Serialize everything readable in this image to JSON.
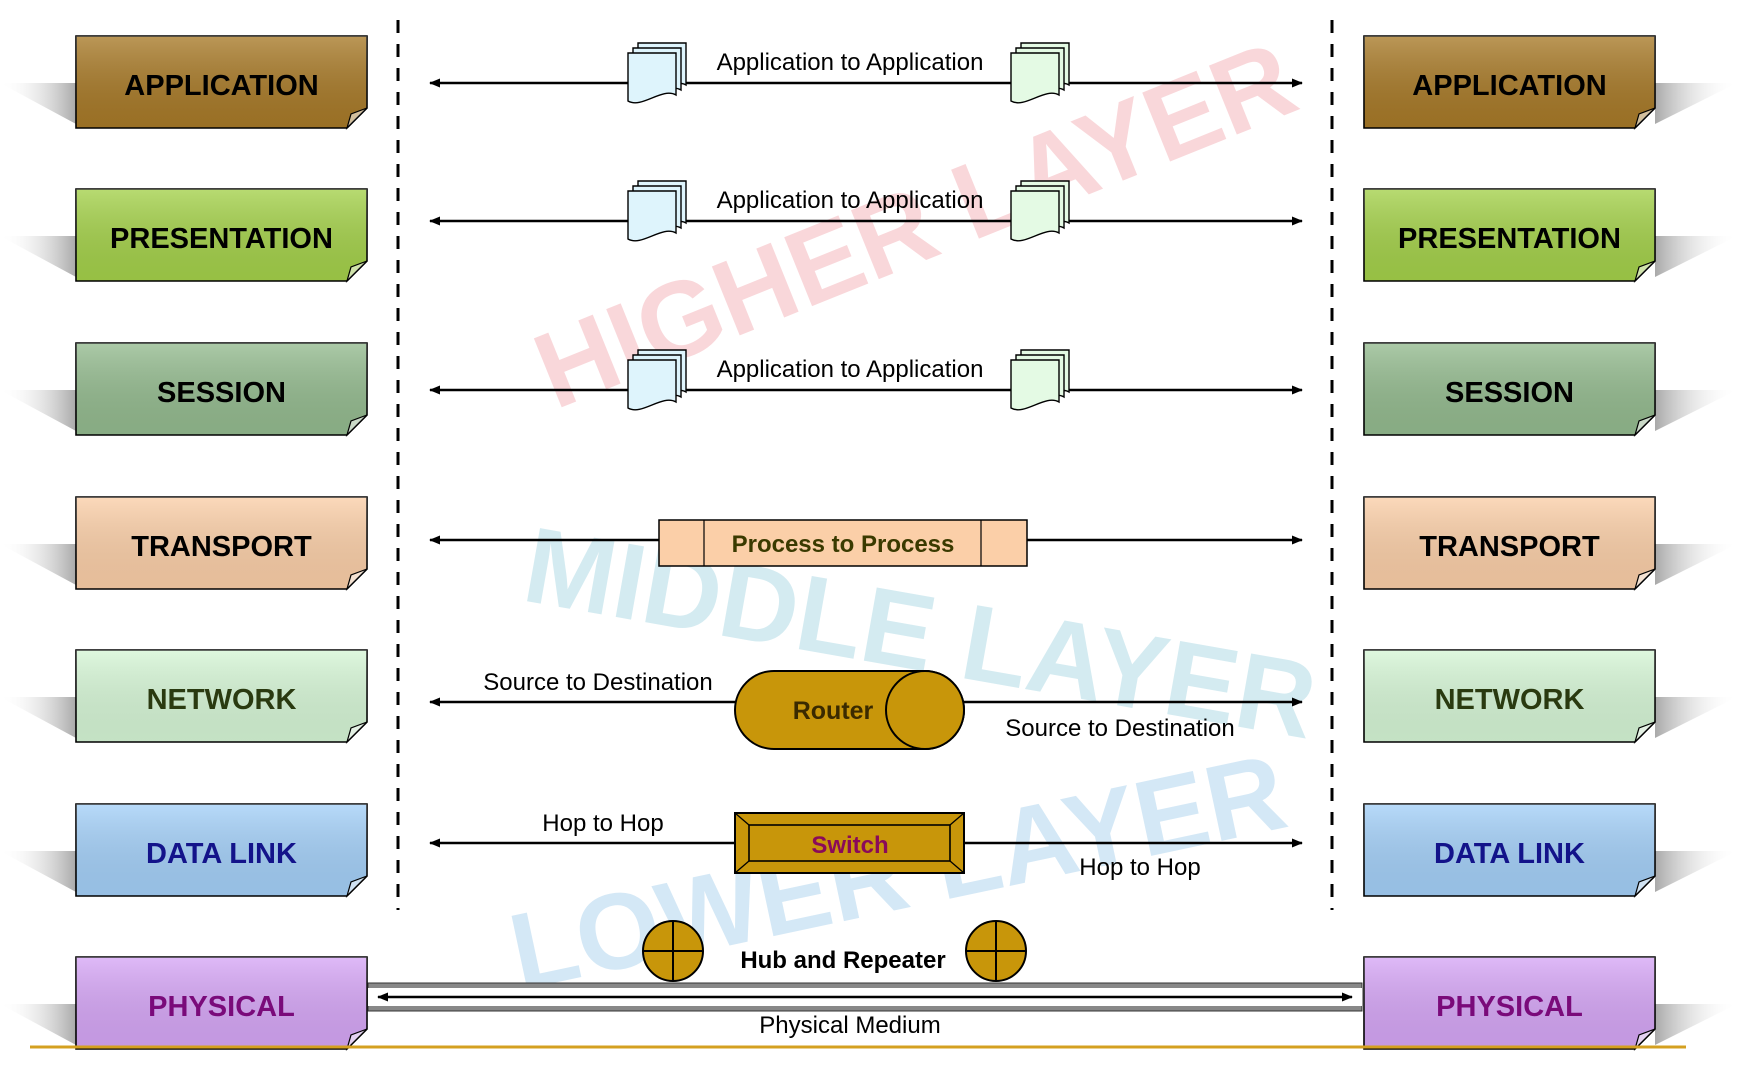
{
  "layers": [
    {
      "label": "APPLICATION",
      "fill": "#a87a28",
      "text_color": "#000000"
    },
    {
      "label": "PRESENTATION",
      "fill": "#a4d14a",
      "text_color": "#000000"
    },
    {
      "label": "SESSION",
      "fill": "#94bb8f",
      "text_color": "#000000"
    },
    {
      "label": "TRANSPORT",
      "fill": "#fbcfa8",
      "text_color": "#000000"
    },
    {
      "label": "NETWORK",
      "fill": "#d6f6d6",
      "text_color": "#2a3a10"
    },
    {
      "label": "DATA LINK",
      "fill": "#a4d0f8",
      "text_color": "#13138a"
    },
    {
      "label": "PHYSICAL",
      "fill": "#d6a6f6",
      "text_color": "#7a0a7a"
    }
  ],
  "connections": {
    "application": "Application to Application",
    "presentation": "Application to Application",
    "session": "Application to Application",
    "transport": "Process to Process",
    "network_left": "Source to Destination",
    "network_right": "Source to Destination",
    "router": "Router",
    "datalink_left": "Hop to Hop",
    "datalink_right": "Hop to Hop",
    "switch": "Switch",
    "hub": "Hub and Repeater",
    "medium": "Physical Medium"
  },
  "watermarks": {
    "higher": "HIGHER LAYER",
    "middle": "MIDDLE LAYER",
    "lower": "LOWER LAYER"
  },
  "colors": {
    "device_gold": "#c8960a",
    "transport_box": "#fbcfa8",
    "transport_text": "#3a3a00",
    "router_text": "#3a2a00",
    "switch_text": "#8a0a5a",
    "baseline": "#d4a020",
    "doc_left": "#def4fc",
    "doc_right": "#e4fae4"
  }
}
